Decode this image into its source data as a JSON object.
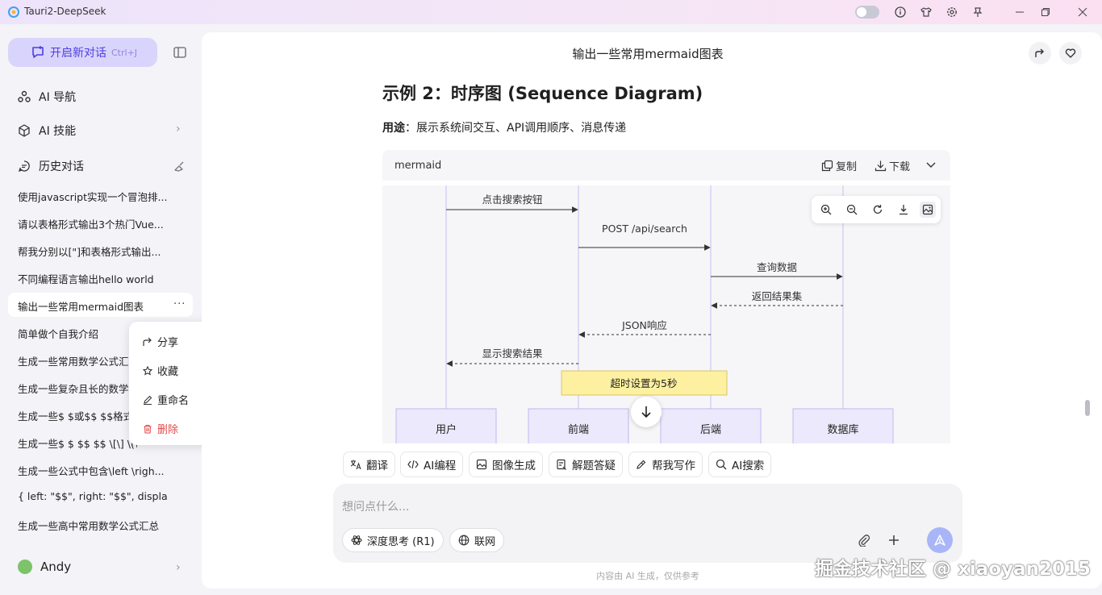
{
  "window": {
    "title": "Tauri2-DeepSeek"
  },
  "sidebar": {
    "new_chat_label": "开启新对话",
    "new_chat_shortcut": "Ctrl+J",
    "nav": [
      {
        "label": "AI 导航",
        "icon": "ai-nav-icon"
      },
      {
        "label": "AI 技能",
        "icon": "ai-skills-icon"
      }
    ],
    "history_label": "历史对话",
    "history": [
      "使用javascript实现一个冒泡排...",
      "请以表格形式输出3个热门Vue...",
      "帮我分别以[\"]和表格形式输出...",
      "不同编程语言输出hello world",
      "输出一些常用mermaid图表",
      "简单做个自我介绍",
      "生成一些常用数学公式汇",
      "生成一些复杂且长的数学",
      "生成一些$ $或$$ $$格式",
      "生成一些$ $ $$ $$ \\[\\] \\(\\",
      "生成一些公式中包含\\left \\righ...",
      "{ left: \"$$\", right: \"$$\", display: ...",
      "生成一些高中常用数学公式汇总"
    ],
    "active_index": 4,
    "context_menu": {
      "share": "分享",
      "favorite": "收藏",
      "rename": "重命名",
      "delete": "删除"
    },
    "user_name": "Andy"
  },
  "main": {
    "conversation_title": "输出一些常用mermaid图表",
    "heading": "示例 2：时序图 (Sequence Diagram)",
    "usage_label": "用途",
    "usage_text": "：展示系统间交互、API调用顺序、消息传递",
    "code_lang": "mermaid",
    "copy_label": "复制",
    "download_label": "下载",
    "diagram": {
      "participants": [
        "用户",
        "前端",
        "后端",
        "数据库"
      ],
      "messages": [
        {
          "from": 0,
          "to": 1,
          "text": "点击搜索按钮",
          "style": "solid"
        },
        {
          "from": 1,
          "to": 2,
          "text": "POST /api/search",
          "style": "solid"
        },
        {
          "from": 2,
          "to": 3,
          "text": "查询数据",
          "style": "solid"
        },
        {
          "from": 3,
          "to": 2,
          "text": "返回结果集",
          "style": "dashed"
        },
        {
          "from": 2,
          "to": 1,
          "text": "JSON响应",
          "style": "dashed"
        },
        {
          "from": 1,
          "to": 0,
          "text": "显示搜索结果",
          "style": "dashed"
        }
      ],
      "note": "超时设置为5秒"
    },
    "quick_actions": [
      "翻译",
      "AI编程",
      "图像生成",
      "解题答疑",
      "帮我写作",
      "AI搜索"
    ],
    "input_placeholder": "想问点什么...",
    "deep_think_label": "深度思考 (R1)",
    "web_label": "联网",
    "disclaimer": "内容由 AI 生成，仅供参考"
  },
  "watermark": "掘金技术社区 @ xiaoyan2015",
  "colors": {
    "accent": "#4d3fe0",
    "note_bg": "#fdf0a0",
    "lifeline": "#cfc8f5",
    "danger": "#e14a4a"
  }
}
